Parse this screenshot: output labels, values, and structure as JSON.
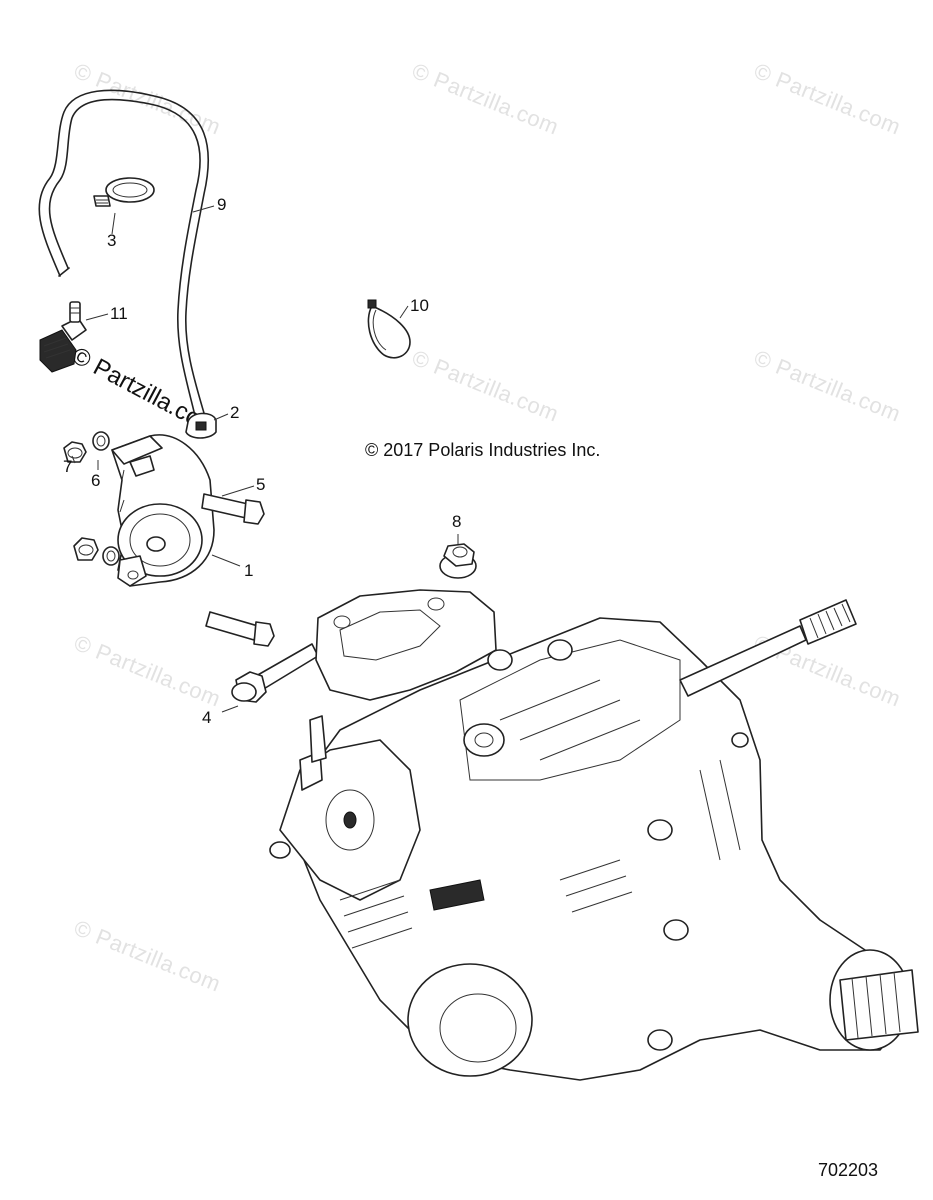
{
  "watermark_text": "© Partzilla.com",
  "copyright": "© 2017 Polaris Industries Inc.",
  "diagram_id": "702203",
  "callouts": {
    "c1": "1",
    "c2": "2",
    "c3": "3",
    "c4": "4",
    "c5": "5",
    "c6": "6",
    "c7": "7",
    "c8": "8",
    "c9": "9",
    "c10": "10",
    "c11": "11"
  }
}
